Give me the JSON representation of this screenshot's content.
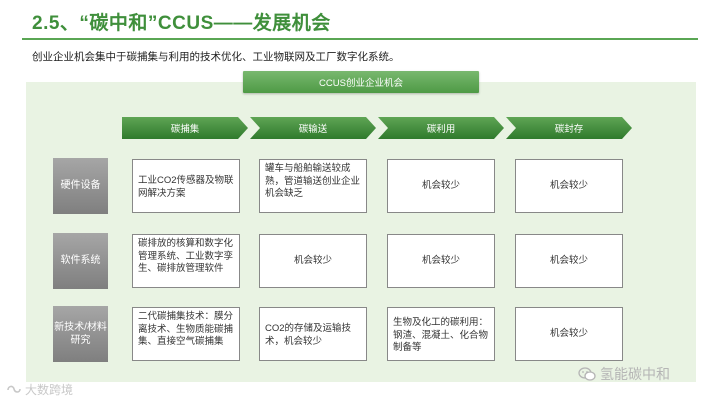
{
  "title": "2.5、“碳中和”CCUS——发展机会",
  "subtitle": "创业企业机会集中于碳捕集与利用的技术优化、工业物联网及工厂数字化系统。",
  "banner": "CCUS创业企业机会",
  "steps": [
    "碳捕集",
    "碳输送",
    "碳利用",
    "碳封存"
  ],
  "rows": [
    {
      "label": "硬件设备",
      "cells": [
        "工业CO2传感器及物联网解决方案",
        "罐车与船舶输送较成熟，管道输送创业企业机会缺乏",
        "机会较少",
        "机会较少"
      ]
    },
    {
      "label": "软件系统",
      "cells": [
        "碳排放的核算和数字化管理系统、工业数字孪生、碳排放管理软件",
        "机会较少",
        "机会较少",
        "机会较少"
      ]
    },
    {
      "label": "新技术/材料研究",
      "cells": [
        "二代碳捕集技术：膜分离技术、生物质能碳捕集、直接空气碳捕集",
        "CO2的存储及运输技术，机会较少",
        "生物及化工的碳利用：钢渣、混凝土、化合物制备等",
        "机会较少"
      ]
    }
  ],
  "watermark_left": "大数跨境",
  "watermark_right": "氢能碳中和",
  "colors": {
    "accent": "#3f8f3b",
    "panel": "#e9f3e3",
    "step": "#2f7a2c",
    "row_label": "#8c8c8c"
  }
}
